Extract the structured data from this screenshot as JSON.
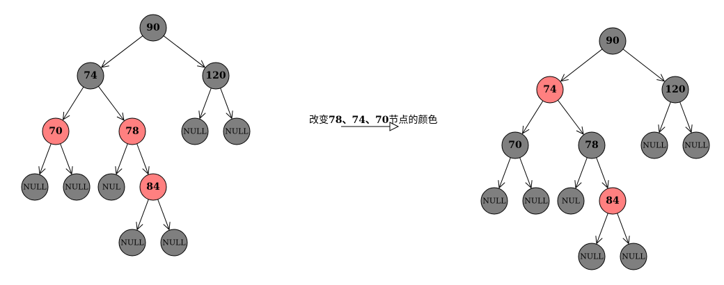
{
  "colors": {
    "black_node": "#7f7f7f",
    "red_node": "#ff8080",
    "stroke": "#000000",
    "text": "#000000",
    "background": "#ffffff"
  },
  "caption": {
    "prefix": "改变",
    "values": "78、74、70",
    "suffix": "节点的颜色"
  },
  "trees": {
    "before": {
      "nodes": [
        {
          "id": "b90",
          "label": "90",
          "color": "black"
        },
        {
          "id": "b74",
          "label": "74",
          "color": "black"
        },
        {
          "id": "b120",
          "label": "120",
          "color": "black"
        },
        {
          "id": "b70",
          "label": "70",
          "color": "red"
        },
        {
          "id": "b78",
          "label": "78",
          "color": "red"
        },
        {
          "id": "bn1",
          "label": "NULL",
          "color": "black"
        },
        {
          "id": "bn2",
          "label": "NULL",
          "color": "black"
        },
        {
          "id": "bn3",
          "label": "NULL",
          "color": "black"
        },
        {
          "id": "bn4",
          "label": "NULL",
          "color": "black"
        },
        {
          "id": "bn5",
          "label": "NUL",
          "color": "black"
        },
        {
          "id": "b84",
          "label": "84",
          "color": "red"
        },
        {
          "id": "bn6",
          "label": "NULL",
          "color": "black"
        },
        {
          "id": "bn7",
          "label": "NULL",
          "color": "black"
        }
      ],
      "edges": [
        [
          "b90",
          "b74"
        ],
        [
          "b90",
          "b120"
        ],
        [
          "b74",
          "b70"
        ],
        [
          "b74",
          "b78"
        ],
        [
          "b120",
          "bn1"
        ],
        [
          "b120",
          "bn2"
        ],
        [
          "b70",
          "bn3"
        ],
        [
          "b70",
          "bn4"
        ],
        [
          "b78",
          "bn5"
        ],
        [
          "b78",
          "b84"
        ],
        [
          "b84",
          "bn6"
        ],
        [
          "b84",
          "bn7"
        ]
      ]
    },
    "after": {
      "nodes": [
        {
          "id": "a90",
          "label": "90",
          "color": "black"
        },
        {
          "id": "a74",
          "label": "74",
          "color": "red"
        },
        {
          "id": "a120",
          "label": "120",
          "color": "black"
        },
        {
          "id": "a70",
          "label": "70",
          "color": "black"
        },
        {
          "id": "a78",
          "label": "78",
          "color": "black"
        },
        {
          "id": "an1",
          "label": "NULL",
          "color": "black"
        },
        {
          "id": "an2",
          "label": "NULL",
          "color": "black"
        },
        {
          "id": "an3",
          "label": "NULL",
          "color": "black"
        },
        {
          "id": "an4",
          "label": "NULL",
          "color": "black"
        },
        {
          "id": "an5",
          "label": "NUL",
          "color": "black"
        },
        {
          "id": "a84",
          "label": "84",
          "color": "red"
        },
        {
          "id": "an6",
          "label": "NULL",
          "color": "black"
        },
        {
          "id": "an7",
          "label": "NULL",
          "color": "black"
        }
      ],
      "edges": [
        [
          "a90",
          "a74"
        ],
        [
          "a90",
          "a120"
        ],
        [
          "a74",
          "a70"
        ],
        [
          "a74",
          "a78"
        ],
        [
          "a120",
          "an1"
        ],
        [
          "a120",
          "an2"
        ],
        [
          "a70",
          "an3"
        ],
        [
          "a70",
          "an4"
        ],
        [
          "a78",
          "an5"
        ],
        [
          "a78",
          "a84"
        ],
        [
          "a84",
          "an6"
        ],
        [
          "a84",
          "an7"
        ]
      ]
    }
  }
}
